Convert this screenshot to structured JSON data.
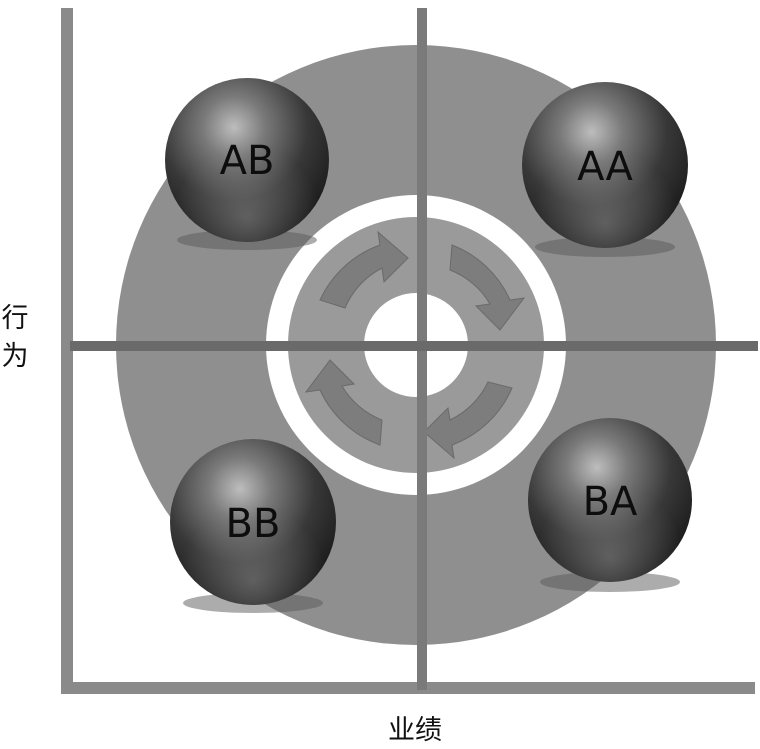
{
  "axes": {
    "y_label": "行为",
    "x_label": "业绩"
  },
  "quadrants": {
    "top_left": "AB",
    "top_right": "AA",
    "bottom_left": "BB",
    "bottom_right": "BA"
  }
}
